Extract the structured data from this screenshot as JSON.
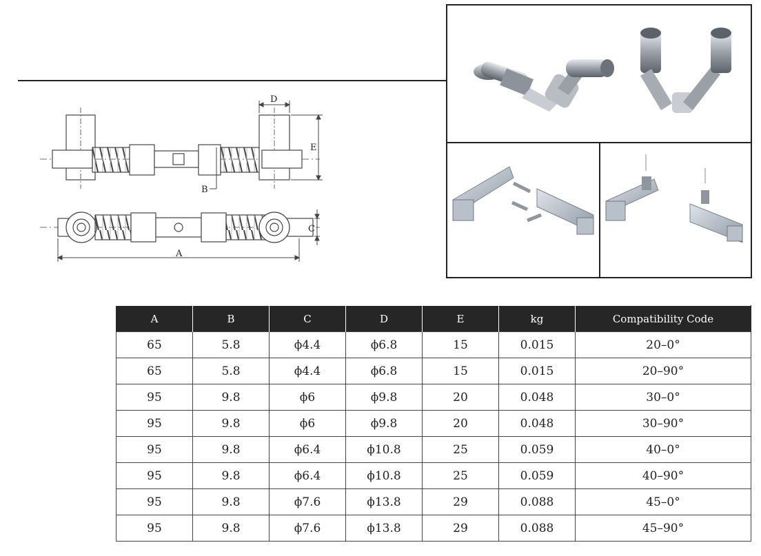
{
  "drawing": {
    "labels": {
      "a": "A",
      "b": "B",
      "c": "C",
      "d": "D",
      "e": "E"
    }
  },
  "table": {
    "headers": [
      "A",
      "B",
      "C",
      "D",
      "E",
      "kg",
      "Compatibility Code"
    ],
    "rows": [
      [
        "65",
        "5.8",
        "ϕ4.4",
        "ϕ6.8",
        "15",
        "0.015",
        "20–0°"
      ],
      [
        "65",
        "5.8",
        "ϕ4.4",
        "ϕ6.8",
        "15",
        "0.015",
        "20–90°"
      ],
      [
        "95",
        "9.8",
        "ϕ6",
        "ϕ9.8",
        "20",
        "0.048",
        "30–0°"
      ],
      [
        "95",
        "9.8",
        "ϕ6",
        "ϕ9.8",
        "20",
        "0.048",
        "30–90°"
      ],
      [
        "95",
        "9.8",
        "ϕ6.4",
        "ϕ10.8",
        "25",
        "0.059",
        "40–0°"
      ],
      [
        "95",
        "9.8",
        "ϕ6.4",
        "ϕ10.8",
        "25",
        "0.059",
        "40–90°"
      ],
      [
        "95",
        "9.8",
        "ϕ7.6",
        "ϕ13.8",
        "29",
        "0.088",
        "45–0°"
      ],
      [
        "95",
        "9.8",
        "ϕ7.6",
        "ϕ13.8",
        "29",
        "0.088",
        "45–90°"
      ]
    ]
  }
}
